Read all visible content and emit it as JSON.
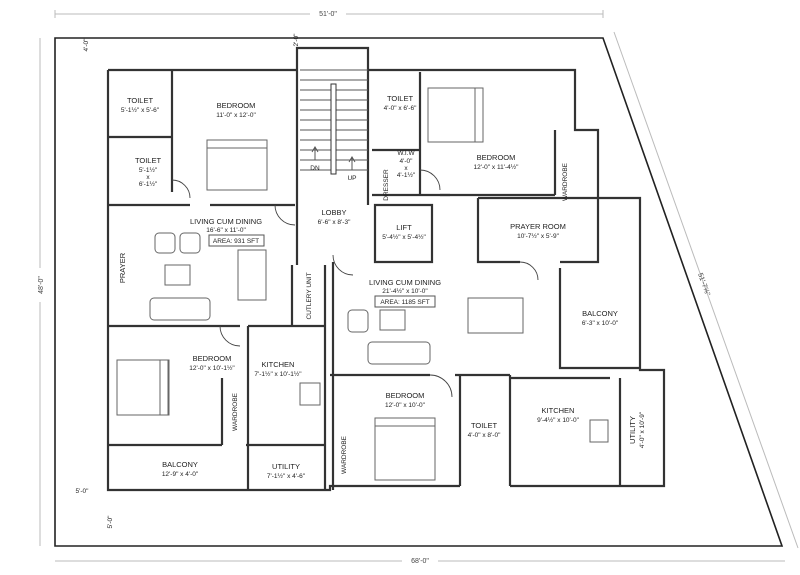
{
  "dimensions": {
    "top": "51'-0\"",
    "bottom": "68'-0\"",
    "left": "48'-0\"",
    "diagonal": "51'-7⅝\"",
    "setback_top_left": "4'-0\"",
    "setback_top_stair": "2'-0\"",
    "setback_bottom_h": "5'-0\"",
    "setback_bottom_v": "5'-0\""
  },
  "left_unit": {
    "toilet1": {
      "name": "TOILET",
      "size": "5'-1½\" x 5'-6\""
    },
    "toilet2": {
      "name": "TOILET",
      "size1": "5'-1½\"",
      "x": "x",
      "size2": "6'-1½\""
    },
    "bedroom1": {
      "name": "BEDROOM",
      "size": "11'-0\" x 12'-0\""
    },
    "living": {
      "name": "LIVING CUM DINING",
      "size": "16'-6\" x 11'-0\"",
      "area": "AREA: 931 SFT"
    },
    "prayer": {
      "name": "PRAYER"
    },
    "cutlery": {
      "name": "CUTLERY UNIT"
    },
    "bedroom2": {
      "name": "BEDROOM",
      "size": "12'-0\" x 10'-1½\""
    },
    "wardrobe": {
      "name": "WARDROBE"
    },
    "kitchen": {
      "name": "KITCHEN",
      "size": "7'-1½\" x 10'-1½\""
    },
    "balcony": {
      "name": "BALCONY",
      "size": "12'-9\" x 4'-0\""
    },
    "utility": {
      "name": "UTILITY",
      "size": "7'-1½\" x 4'-6\""
    }
  },
  "core": {
    "dn": "DN",
    "up": "UP",
    "lobby": {
      "name": "LOBBY",
      "size": "6'-6\" x 8'-3\""
    },
    "lift": {
      "name": "LIFT",
      "size": "5'-4½\" x 5'-4½\""
    }
  },
  "right_unit": {
    "toilet1": {
      "name": "TOILET",
      "size": "4'-0\" x 6'-6\""
    },
    "wiw": {
      "name": "W.I.W",
      "s1": "4'-0\"",
      "x": "x",
      "s2": "4'-1½\""
    },
    "dresser": {
      "name": "DRESSER"
    },
    "bedroom1": {
      "name": "BEDROOM",
      "size": "12'-0\" x 11'-4½\""
    },
    "wardrobe1": {
      "name": "WARDROBE"
    },
    "prayer_room": {
      "name": "PRAYER ROOM",
      "size": "10'-7½\" x 5'-9\""
    },
    "living": {
      "name": "LIVING CUM DINING",
      "size": "21'-4½\" x 10'-0\"",
      "area": "AREA: 1185 SFT"
    },
    "balcony": {
      "name": "BALCONY",
      "size": "6'-3\" x 10'-0\""
    },
    "bedroom2": {
      "name": "BEDROOM",
      "size": "12'-0\" x 10'-0\""
    },
    "wardrobe2": {
      "name": "WARDROBE"
    },
    "toilet2": {
      "name": "TOILET",
      "size": "4'-0\" x 8'-0\""
    },
    "kitchen": {
      "name": "KITCHEN",
      "size": "9'-4½\" x 10'-0\""
    },
    "utility": {
      "name": "UTILITY",
      "size": "4'-0\" x 10'-9\""
    }
  }
}
